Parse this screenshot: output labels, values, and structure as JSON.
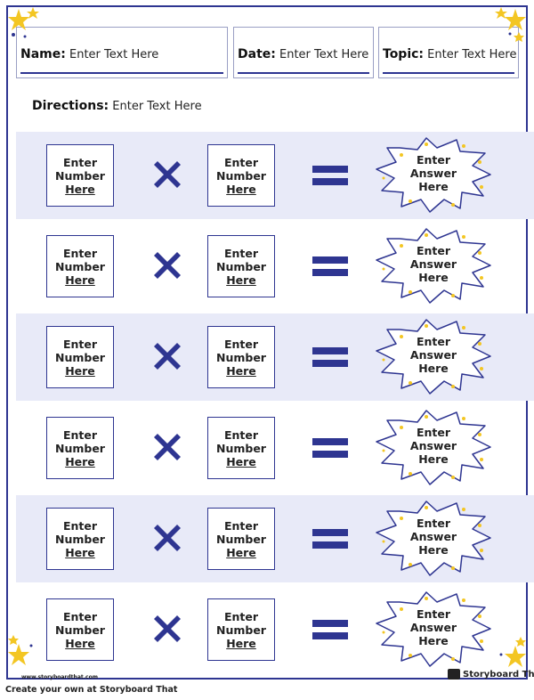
{
  "header": {
    "name": {
      "label": "Name:",
      "value": "Enter Text Here"
    },
    "date": {
      "label": "Date:",
      "value": "Enter Text Here"
    },
    "topic": {
      "label": "Topic:",
      "value": "Enter Text Here"
    },
    "directions": {
      "label": "Directions:",
      "value": "Enter Text Here"
    }
  },
  "rows": [
    {
      "a": [
        "Enter",
        "Number",
        "Here"
      ],
      "b": [
        "Enter",
        "Number",
        "Here"
      ],
      "answer": [
        "Enter",
        "Answer",
        "Here"
      ]
    },
    {
      "a": [
        "Enter",
        "Number",
        "Here"
      ],
      "b": [
        "Enter",
        "Number",
        "Here"
      ],
      "answer": [
        "Enter",
        "Answer",
        "Here"
      ]
    },
    {
      "a": [
        "Enter",
        "Number",
        "Here"
      ],
      "b": [
        "Enter",
        "Number",
        "Here"
      ],
      "answer": [
        "Enter",
        "Answer",
        "Here"
      ]
    },
    {
      "a": [
        "Enter",
        "Number",
        "Here"
      ],
      "b": [
        "Enter",
        "Number",
        "Here"
      ],
      "answer": [
        "Enter",
        "Answer",
        "Here"
      ]
    },
    {
      "a": [
        "Enter",
        "Number",
        "Here"
      ],
      "b": [
        "Enter",
        "Number",
        "Here"
      ],
      "answer": [
        "Enter",
        "Answer",
        "Here"
      ]
    },
    {
      "a": [
        "Enter",
        "Number",
        "Here"
      ],
      "b": [
        "Enter",
        "Number",
        "Here"
      ],
      "answer": [
        "Enter",
        "Answer",
        "Here"
      ]
    }
  ],
  "footer": {
    "site": "www.storyboardthat.com",
    "logo": "Storyboard That",
    "caption": "Create your own at Storyboard That"
  },
  "icons": {
    "times": "multiply-icon",
    "equals": "equals-icon",
    "burst": "starburst-icon",
    "star": "star-icon"
  },
  "colors": {
    "accent": "#2e3591",
    "row_shade": "#e8eaf8",
    "star": "#f3c623"
  }
}
